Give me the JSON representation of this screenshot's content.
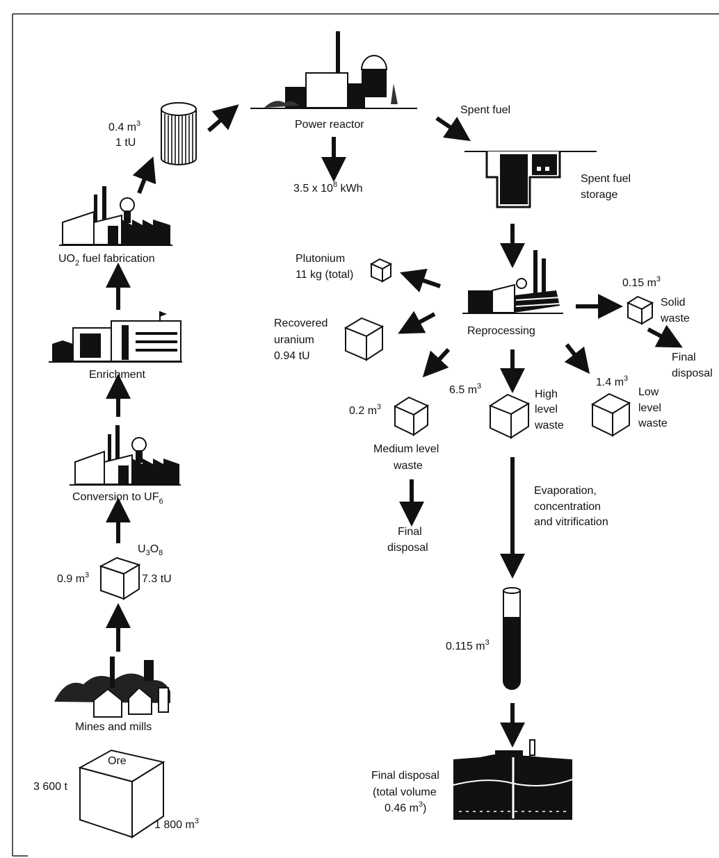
{
  "ore": {
    "label": "Ore",
    "mass": "3 600 t",
    "volume": "1 800 m"
  },
  "mines": {
    "label": "Mines and mills"
  },
  "u3o8": {
    "formula_u": "U",
    "sub1": "3",
    "formula_o": "O",
    "sub2": "8",
    "volume": "0.9 m",
    "mass": "7.3 tU"
  },
  "conversion": {
    "label_pre": "Conversion to UF",
    "label_sub": "6"
  },
  "enrichment": {
    "label": "Enrichment"
  },
  "fabrication": {
    "label_pre": "UO",
    "label_sub": "2",
    "label_post": " fuel fabrication"
  },
  "fuel": {
    "volume": "0.4 m",
    "mass": "1 tU"
  },
  "reactor": {
    "label": "Power reactor",
    "energy_pre": "3.5 x 10",
    "energy_exp": "8",
    "energy_post": " kWh"
  },
  "spent_fuel": {
    "label": "Spent fuel"
  },
  "storage": {
    "line1": "Spent fuel",
    "line2": "storage"
  },
  "reprocessing": {
    "label": "Reprocessing"
  },
  "plutonium": {
    "line1": "Plutonium",
    "line2": "11 kg (total)"
  },
  "recovered_uranium": {
    "line1": "Recovered",
    "line2": "uranium",
    "line3": "0.94 tU"
  },
  "solid_waste": {
    "volume": "0.15 m",
    "line1": "Solid",
    "line2": "waste"
  },
  "solid_final": {
    "line1": "Final",
    "line2": "disposal"
  },
  "medium_waste": {
    "volume": "0.2 m",
    "line1": "Medium level",
    "line2": "waste"
  },
  "medium_final": {
    "line1": "Final",
    "line2": "disposal"
  },
  "high_waste": {
    "volume": "6.5 m",
    "line1": "High",
    "line2": "level",
    "line3": "waste"
  },
  "low_waste": {
    "volume": "1.4 m",
    "line1": "Low",
    "line2": "level",
    "line3": "waste"
  },
  "vitrification": {
    "line1": "Evaporation,",
    "line2": "concentration",
    "line3": "and vitrification"
  },
  "glass": {
    "volume": "0.115 m"
  },
  "final_disposal": {
    "line1": "Final disposal",
    "line2": "(total volume",
    "line3": "0.46 m",
    "line3_post": ")"
  },
  "unit_exp": "3"
}
